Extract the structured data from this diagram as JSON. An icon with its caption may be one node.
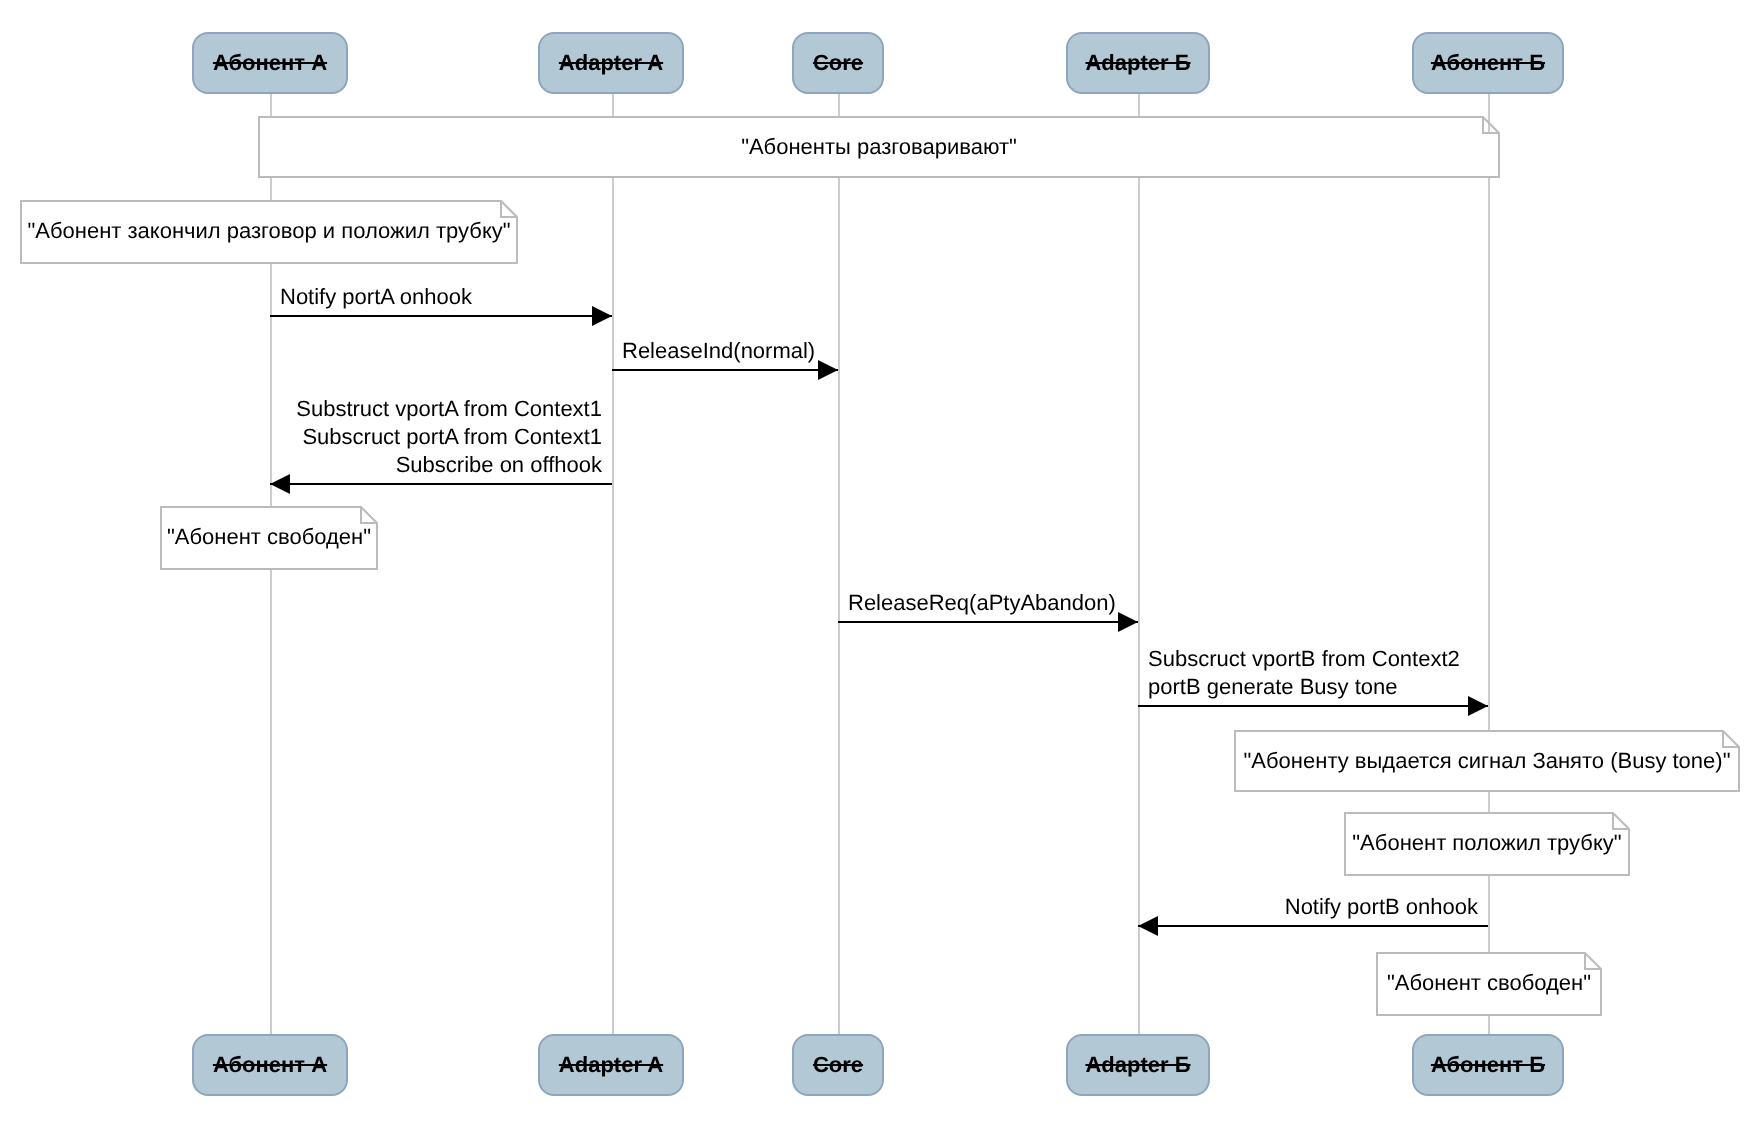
{
  "diagram": {
    "nodes": [
      {
        "text": [
          "Абонент А"
        ]
      },
      {
        "text": [
          "Adapter A"
        ]
      },
      {
        "text": [
          "Core"
        ]
      },
      {
        "text": [
          "Adapter Б"
        ]
      },
      {
        "text": [
          "Абонент Б"
        ]
      },
      {
        "text": [
          "Абонент А"
        ]
      },
      {
        "text": [
          "Adapter A"
        ]
      },
      {
        "text": [
          "Core"
        ]
      },
      {
        "text": [
          "Adapter Б"
        ]
      },
      {
        "text": [
          "Абонент Б"
        ]
      },
      {
        "text": [
          "\"Абоненты разговаривают\""
        ]
      },
      {
        "text": [
          "\"Абонент закончил разговор и положил трубку\""
        ]
      },
      {
        "text": [
          "\"Абонент свободен\""
        ]
      },
      {
        "text": [
          "\"Абоненту выдается сигнал Занято (Busy tone)\""
        ]
      },
      {
        "text": [
          "\"Абонент положил трубку\""
        ]
      },
      {
        "text": [
          "\"Абонент свободен\""
        ]
      },
      {
        "text": [],
        "shape": "bar"
      },
      {
        "text": [],
        "shape": "bar"
      },
      {
        "text": [],
        "shape": "bar"
      },
      {
        "text": [],
        "shape": "bar"
      },
      {
        "text": [],
        "shape": "bar"
      }
    ],
    "edges": [
      {
        "from": 16,
        "to": 17,
        "arrow": "to",
        "label": "Notify portA onhook"
      },
      {
        "from": 17,
        "to": 18,
        "arrow": "to",
        "label": "ReleaseInd(normal)"
      },
      {
        "from": 17,
        "to": 16,
        "arrow": "to",
        "label": "Substruct vportA from Context1 Subscruct portA from Context1 Subscribe on offhook"
      },
      {
        "from": 18,
        "to": 19,
        "arrow": "to",
        "label": "ReleaseReq(aPtyAbandon)"
      },
      {
        "from": 19,
        "to": 20,
        "arrow": "to",
        "label": "Subscruct vportB from Context2 portB generate Busy tone"
      },
      {
        "from": 20,
        "to": 19,
        "arrow": "to",
        "label": "Notify portB onhook"
      }
    ]
  }
}
